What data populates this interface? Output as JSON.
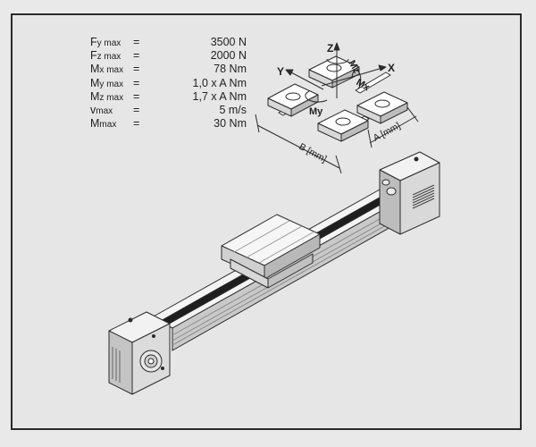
{
  "specs": [
    {
      "symbol": "F",
      "sub": "y max",
      "value": "3500 N"
    },
    {
      "symbol": "F",
      "sub": "z max",
      "value": "2000 N"
    },
    {
      "symbol": "M",
      "sub": "x max",
      "value": "78 Nm"
    },
    {
      "symbol": "M",
      "sub": "y max",
      "value": "1,0 x A Nm"
    },
    {
      "symbol": "M",
      "sub": "z max",
      "value": "1,7 x A Nm"
    },
    {
      "symbol": "v",
      "sub": "max",
      "value": "5 m/s"
    },
    {
      "symbol": "M",
      "sub": "max",
      "value": "30 Nm"
    }
  ],
  "equals_sign": "=",
  "axis_labels": {
    "z": "Z",
    "y": "Y",
    "x": "X",
    "mz": "Mz",
    "mx": "Mx",
    "my": "My"
  },
  "dimension_labels": {
    "a": "A [mm]",
    "b": "B [mm]"
  },
  "colors": {
    "line": "#2b2b2b",
    "body_light": "#f2f2f2",
    "body_mid": "#d2d2d2",
    "body_dark": "#a8a8a8",
    "belt": "#1e1e1e"
  }
}
